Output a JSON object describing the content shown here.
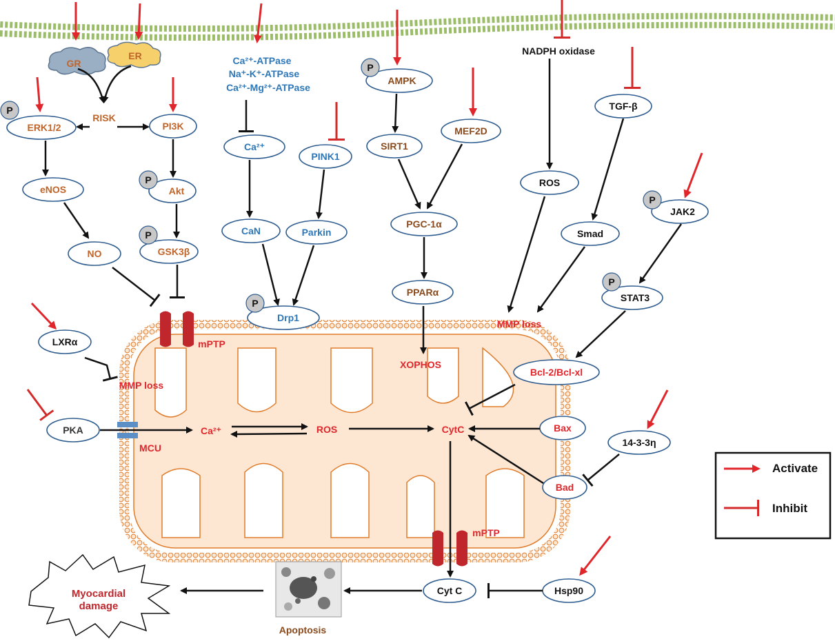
{
  "colors": {
    "activate": "#e0262b",
    "inhibit": "#d32a2a",
    "node_border": "#2e5c8f",
    "orange_text": "#c0652a",
    "blue_text": "#2d77b8",
    "brown_text": "#8a4a1c",
    "dark_text": "#222222",
    "red_text": "#e0262b",
    "membrane": "#8ab04f",
    "mito_outline": "#e07b2a",
    "mito_fill": "#fde7d3",
    "channel": "#c0272d",
    "mcu": "#5b8fc6",
    "phospho_fill": "#c8c8c8"
  },
  "nodes": {
    "gr": "GR",
    "er": "ER",
    "risk": "RISK",
    "erk": "ERK1/2",
    "pi3k": "PI3K",
    "enos": "eNOS",
    "akt": "Akt",
    "no": "NO",
    "gsk3b": "GSK3β",
    "atpase1": "Ca²⁺-ATPase",
    "atpase2": "Na⁺-K⁺-ATPase",
    "atpase3": "Ca²⁺-Mg²⁺-ATPase",
    "ca_top": "Ca²⁺",
    "can": "CaN",
    "pink1": "PINK1",
    "parkin": "Parkin",
    "drp1": "Drp1",
    "ampk": "AMPK",
    "sirt1": "SIRT1",
    "mef2d": "MEF2D",
    "pgc1a": "PGC-1α",
    "ppara": "PPARα",
    "nadph": "NADPH oxidase",
    "tgfb": "TGF-β",
    "ros_top": "ROS",
    "smad": "Smad",
    "jak2": "JAK2",
    "stat3": "STAT3",
    "lxra": "LXRα",
    "pka": "PKA",
    "bcl2": "Bcl-2/Bcl-xl",
    "bax": "Bax",
    "bad": "Bad",
    "p1433": "14-3-3η",
    "hsp90": "Hsp90",
    "cytc_out": "Cyt C"
  },
  "inner": {
    "mptp_top": "mPTP",
    "mptp_bottom": "mPTP",
    "mmp_loss_left": "MMP loss",
    "mmp_loss_right": "MMP loss",
    "xophos": "XOPHOS",
    "mcu": "MCU",
    "ca": "Ca²⁺",
    "ros": "ROS",
    "cytc": "CytC"
  },
  "phospho": "P",
  "apoptosis": "Apoptosis",
  "myocardial": [
    "Myocardial",
    "damage"
  ],
  "legend": {
    "activate": "Activate",
    "inhibit": "Inhibit"
  }
}
